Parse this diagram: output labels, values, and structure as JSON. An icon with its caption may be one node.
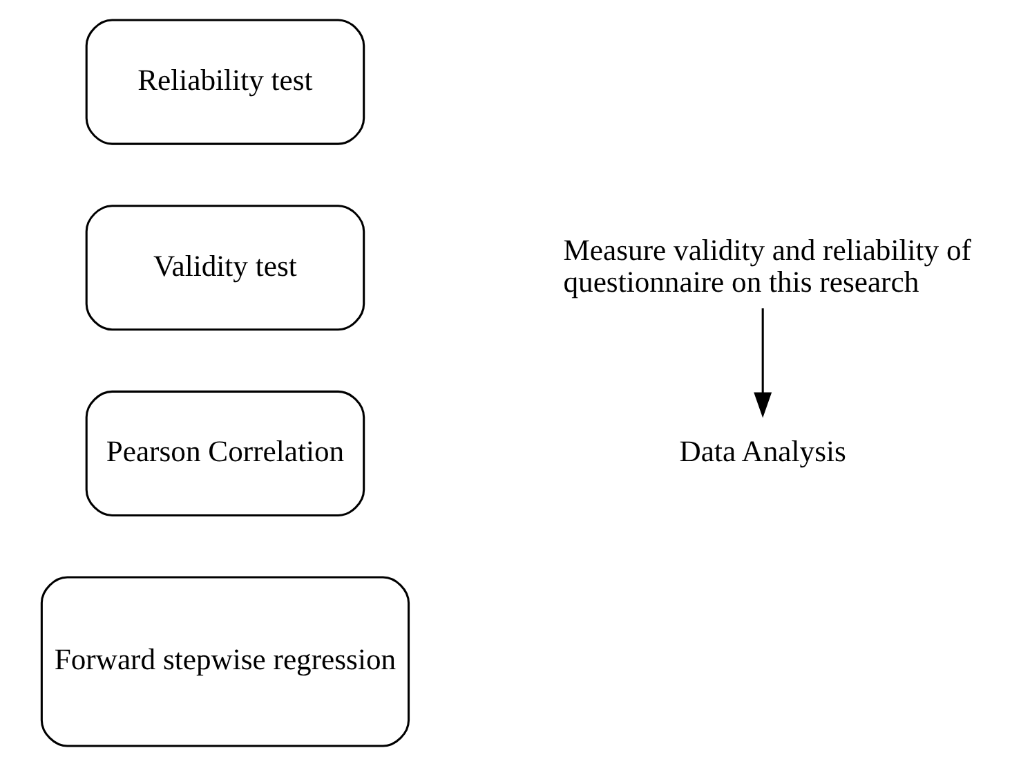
{
  "diagram": {
    "nodes": [
      {
        "text": [
          "Reliability test"
        ]
      },
      {
        "text": [
          "Validity test"
        ]
      },
      {
        "text": [
          "Measure validity and reliability of questionnaire on this research"
        ]
      },
      {
        "text": [
          "Pearson Correlation"
        ]
      },
      {
        "text": [
          "Forward stepwise regression"
        ]
      },
      {
        "text": [
          "Data Analysis"
        ]
      }
    ],
    "edges": [
      {
        "from": 2,
        "to": 5,
        "arrow": "to"
      }
    ]
  }
}
